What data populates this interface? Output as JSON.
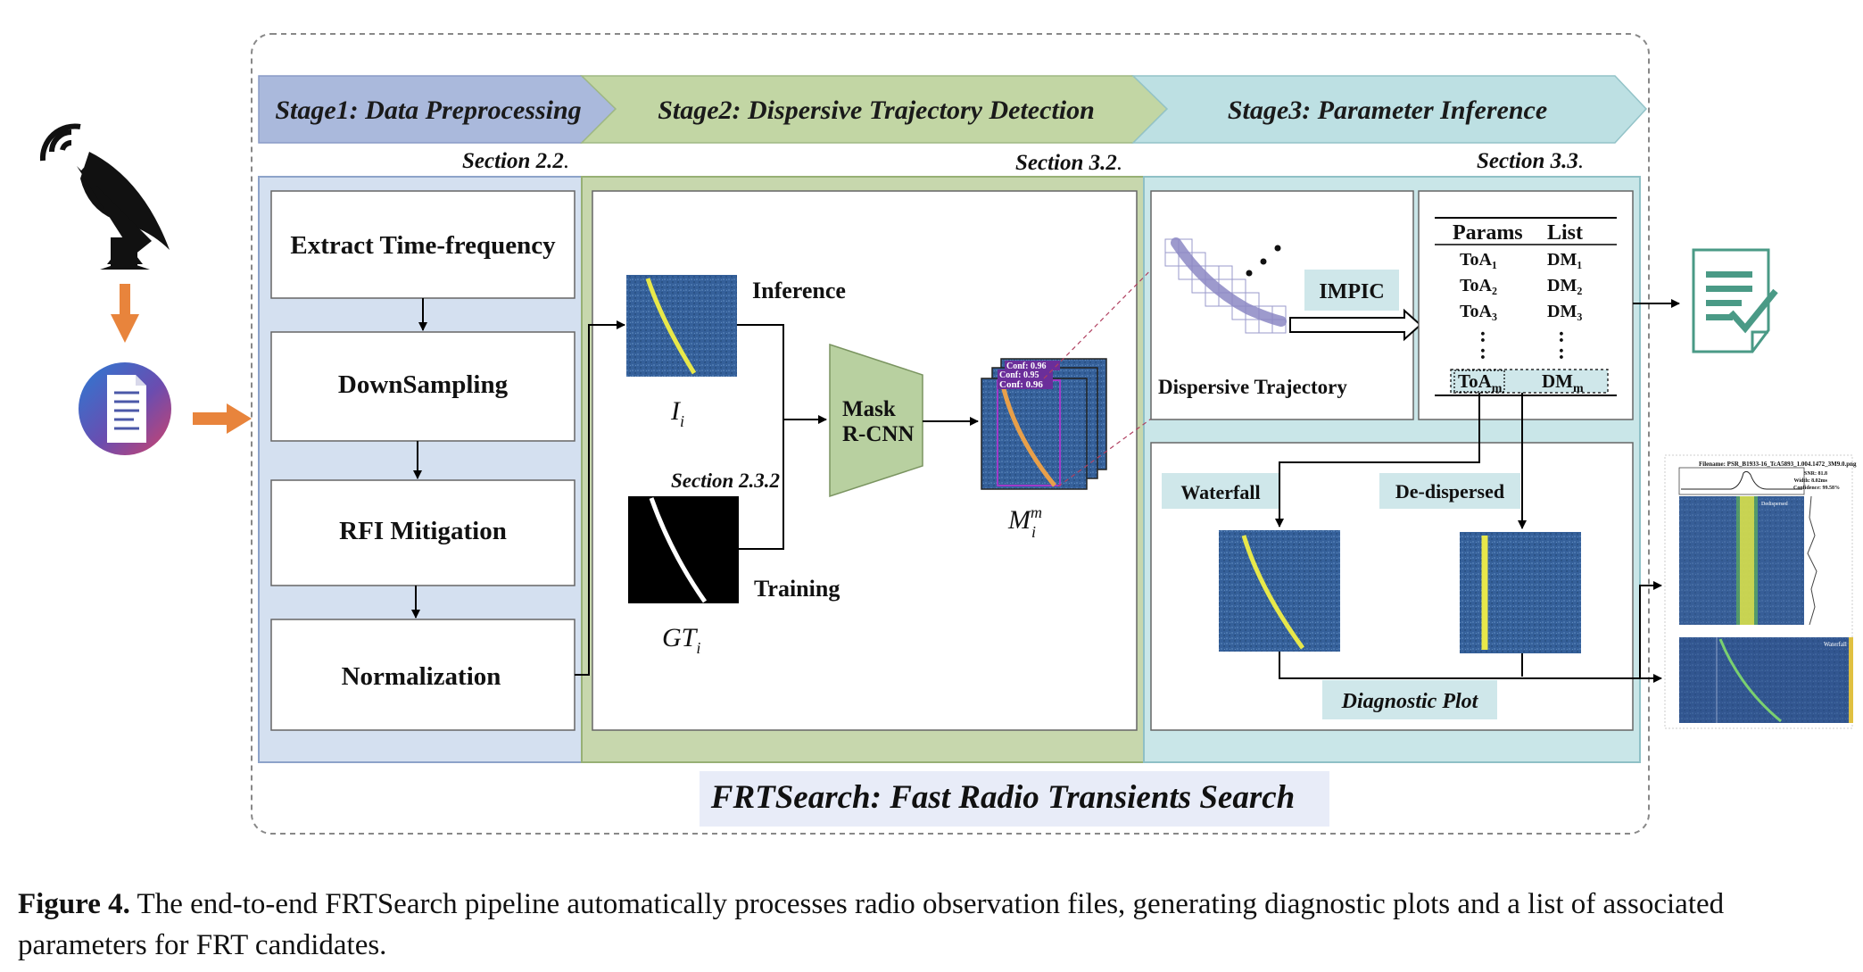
{
  "stages": {
    "stage1": "Stage1: Data Preprocessing",
    "stage2": "Stage2: Dispersive Trajectory Detection",
    "stage3": "Stage3: Parameter Inference"
  },
  "sections": {
    "s1": "Section 2.2",
    "s2": "Section 3.2",
    "s3": "Section 3.3",
    "s232": "Section 2.3.2"
  },
  "preprocessing_steps": [
    "Extract Time-frequency",
    "DownSampling",
    "RFI Mitigation",
    "Normalization"
  ],
  "detection": {
    "inference": "Inference",
    "training": "Training",
    "model_line1": "Mask",
    "model_line2": "R-CNN",
    "input_label": "I",
    "input_sub": "i",
    "gt_label": "GT",
    "gt_sub": "i",
    "mask_label": "M",
    "mask_sup": "m",
    "mask_sub": "i",
    "conf1": "Conf: 0.96",
    "conf2": "Conf: 0.95",
    "conf3": "Conf: 0.96"
  },
  "inference": {
    "trajectory": "Dispersive Trajectory",
    "impic": "IMPIC",
    "params_header": "Params",
    "list_header": "List",
    "toa_rows": [
      "ToA₁",
      "ToA₂",
      "ToA₃"
    ],
    "dm_rows": [
      "DM₁",
      "DM₂",
      "DM₃"
    ],
    "toa_last": "ToA",
    "dm_last": "DM",
    "last_sub": "m",
    "dots": ":",
    "waterfall": "Waterfall",
    "dedispersed": "De-dispersed",
    "diagnostic": "Diagnostic Plot"
  },
  "title": "FRTSearch: Fast Radio Transients Search",
  "caption": {
    "label": "Figure 4.",
    "text": "The end-to-end FRTSearch pipeline automatically processes radio observation files, generating diagnostic plots and a list of associated parameters for FRT candidates."
  },
  "diag_plot": {
    "filename": "Filename: PSR_B1933-16_TcA5893_1.004.1472_3M9.0.png",
    "snr": "SNR: 81.8",
    "width": "Width: 8.02ms",
    "confidence": "Confidence: 99.58%",
    "dedisp": "Dedispersed",
    "waterfall": "Waterfall"
  },
  "colors": {
    "stage1_fill": "#aab9dc",
    "stage2_fill": "#c2d6a4",
    "stage3_fill": "#bde0e3",
    "panel1_bg": "#d4e0f0",
    "panel2_bg": "#c7d7ad",
    "panel3_bg": "#c9e6e8",
    "model_fill": "#b8d0a0",
    "label_fill": "#cfe7ea",
    "title_fill": "#e8ecf8",
    "spectro_bg": "#3a5b8f",
    "trace_yellow": "#e8e84a",
    "arrow_orange": "#e8843c",
    "doc_icon": "#4a9a86"
  }
}
